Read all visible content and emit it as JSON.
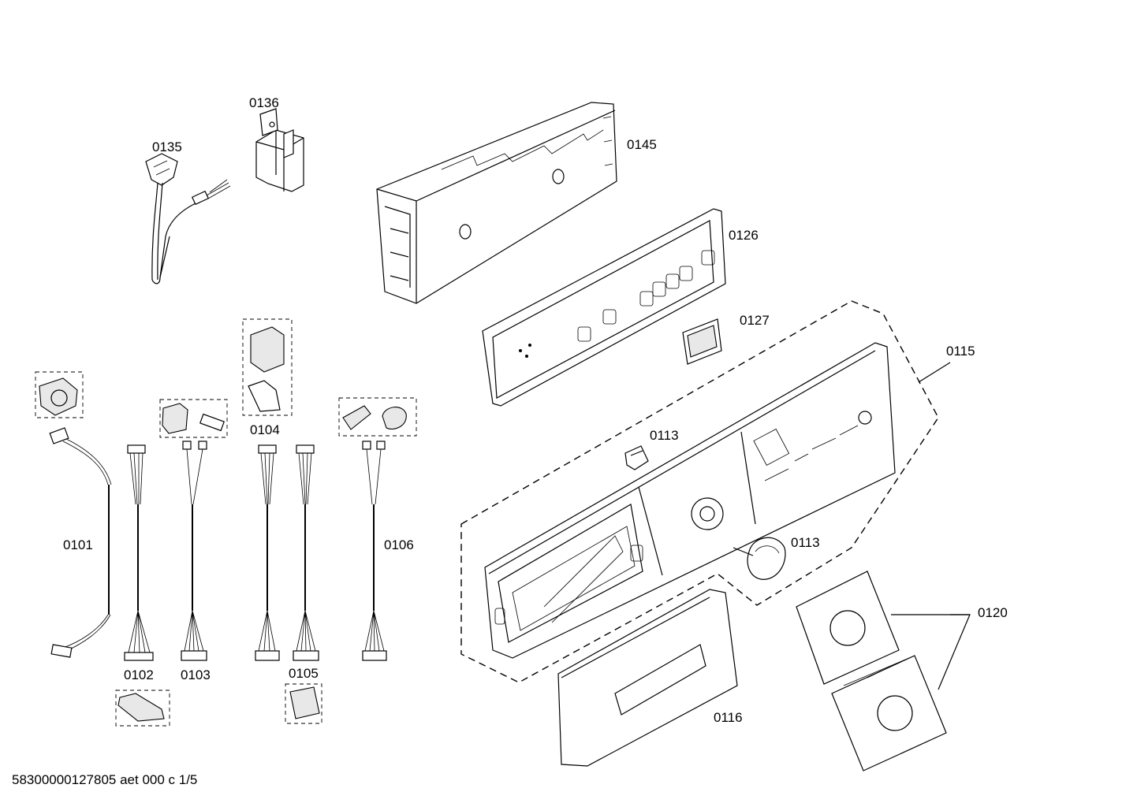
{
  "diagram": {
    "part_labels": {
      "p0135": "0135",
      "p0136": "0136",
      "p0145": "0145",
      "p0126": "0126",
      "p0127": "0127",
      "p0115": "0115",
      "p0113a": "0113",
      "p0113b": "0113",
      "p0120": "0120",
      "p0116": "0116",
      "p0101": "0101",
      "p0102": "0102",
      "p0103": "0103",
      "p0104": "0104",
      "p0105": "0105",
      "p0106": "0106"
    },
    "footer": "58300000127805 aet 000 c 1/5"
  }
}
